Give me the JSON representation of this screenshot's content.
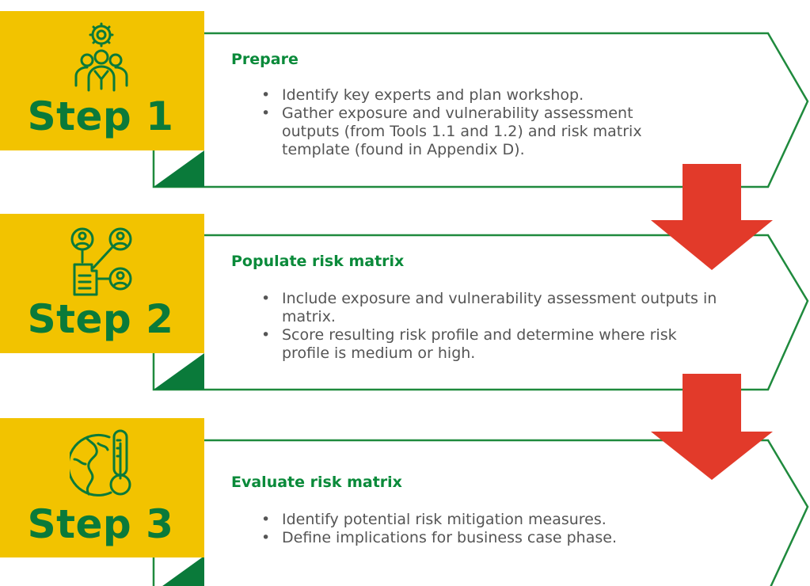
{
  "steps": [
    {
      "label": "Step 1",
      "icon": "team-gear-icon",
      "title": "Prepare",
      "bullets": [
        "Identify key experts and plan workshop.",
        "Gather exposure and vulnerability assessment outputs  (from Tools 1.1 and 1.2) and risk matrix template (found in Appendix D)."
      ]
    },
    {
      "label": "Step 2",
      "icon": "people-network-document-icon",
      "title": "Populate risk matrix",
      "bullets": [
        "Include exposure and vulnerability assessment outputs in matrix.",
        "Score resulting risk profile and determine where risk profile is medium or high."
      ]
    },
    {
      "label": "Step 3",
      "icon": "globe-thermometer-icon",
      "title": "Evaluate risk matrix",
      "bullets": [
        "Identify potential risk mitigation measures.",
        "Define implications for business case phase."
      ]
    }
  ],
  "colors": {
    "step_box": "#f2c300",
    "step_text": "#0a7a3a",
    "green_fold": "#0a7a3a",
    "outline": "#1f8a3d",
    "title": "#0a8a3a",
    "arrow": "#e23a2a",
    "body_text": "#555555"
  }
}
